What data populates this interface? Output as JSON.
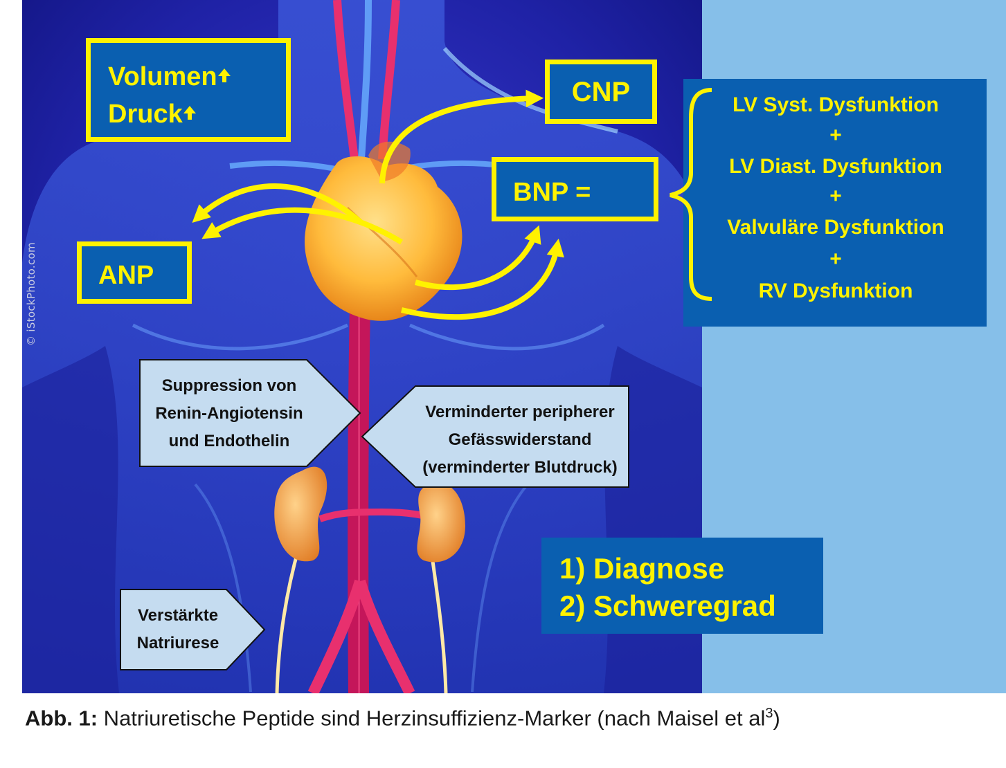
{
  "boxes": {
    "volumen": "Volumen",
    "druck": "Druck",
    "cnp": "CNP",
    "bnp": "BNP =",
    "anp": "ANP"
  },
  "bnp_components": [
    "LV Syst. Dysfunktion",
    "+",
    "LV Diast. Dysfunktion",
    "+",
    "Valvuläre Dysfunktion",
    "+",
    "RV Dysfunktion"
  ],
  "effects": {
    "suppression": [
      "Suppression von",
      "Renin-Angiotensin",
      "und Endothelin"
    ],
    "resistance": [
      "Verminderter peripherer",
      "Gefässwiderstand",
      "(verminderter Blutdruck)"
    ],
    "natriuresis": [
      "Verstärkte",
      "Natriurese"
    ]
  },
  "uses": [
    "1) Diagnose",
    "2) Schweregrad"
  ],
  "watermark": "© iStockPhoto.com",
  "caption": {
    "label": "Abb. 1:",
    "text": " Natriuretische Peptide sind Herzinsuffizienz-Marker (nach Maisel et al",
    "ref": "3",
    "close": ")"
  },
  "colors": {
    "box_fill": "#0a5fb0",
    "highlight": "#fff200",
    "callout_fill": "#c5dcf0",
    "right_panel": "#86bfe9",
    "body_background": "#1d1d8f"
  },
  "icons": [
    "up-arrow-icon",
    "curved-arrow-icon",
    "brace-icon"
  ]
}
